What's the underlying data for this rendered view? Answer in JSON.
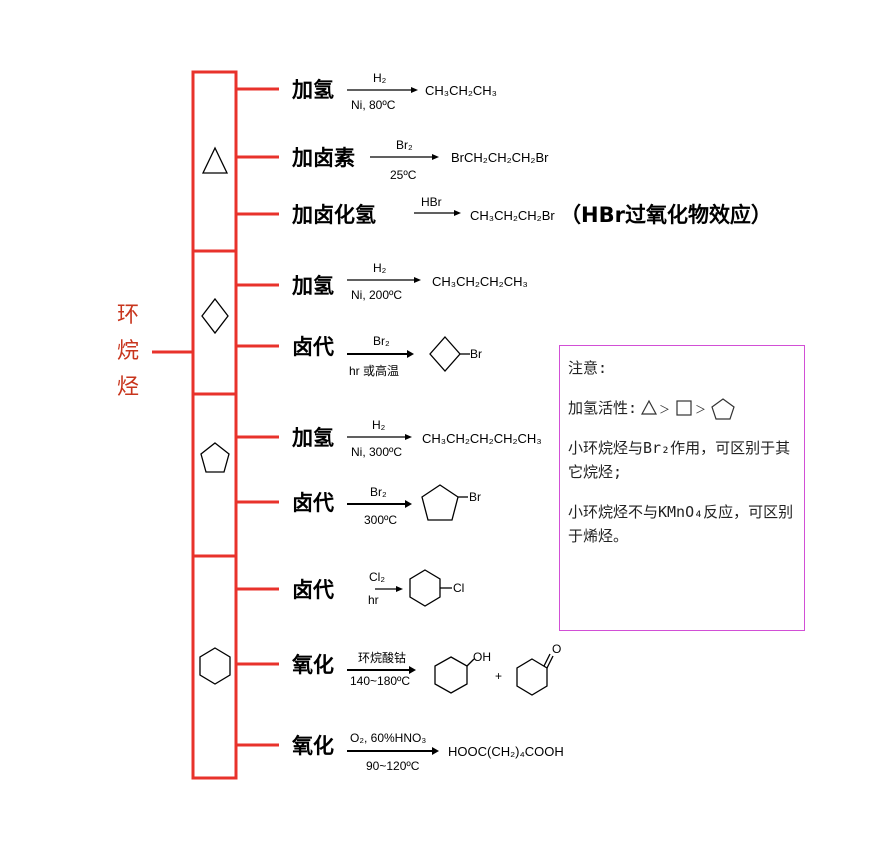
{
  "title_chars": [
    "环",
    "烷",
    "烃"
  ],
  "reactions": [
    {
      "label": "加氢",
      "above": "H₂",
      "below": "Ni, 80ºC",
      "product": "CH₃CH₂CH₃"
    },
    {
      "label": "加卤素",
      "above": "Br₂",
      "below": "25ºC",
      "product": "BrCH₂CH₂CH₂Br"
    },
    {
      "label": "加卤化氢",
      "above": "HBr",
      "below": "",
      "product": "CH₃CH₂CH₂Br",
      "note": "（HBr过氧化物效应）"
    },
    {
      "label": "加氢",
      "above": "H₂",
      "below": "Ni, 200ºC",
      "product": "CH₃CH₂CH₂CH₃"
    },
    {
      "label": "卤代",
      "above": "Br₂",
      "below": "hr 或高温",
      "product_sub": "Br"
    },
    {
      "label": "加氢",
      "above": "H₂",
      "below": "Ni, 300ºC",
      "product": "CH₃CH₂CH₂CH₂CH₃"
    },
    {
      "label": "卤代",
      "above": "Br₂",
      "below": "300ºC",
      "product_sub": "Br"
    },
    {
      "label": "卤代",
      "above": "Cl₂",
      "below": "hr",
      "product_sub": "Cl"
    },
    {
      "label": "氧化",
      "above": "环烷酸钴",
      "below": "140~180ºC",
      "product_sub": "OH",
      "plus": "+",
      "product_sub2": "O"
    },
    {
      "label": "氧化",
      "above": "O₂, 60%HNO₃",
      "below": "90~120ºC",
      "product": "HOOC(CH₂)₄COOH"
    }
  ],
  "note": {
    "heading": "注意:",
    "activity_label": "加氢活性:",
    "activity_sep": "＞",
    "line1": "小环烷烃与Br₂作用，可区别于其它烷烃;",
    "line2": "小环烷烃不与KMnO₄反应，可区别于烯烃。"
  },
  "colors": {
    "bracket": "#e8322b",
    "title": "#c8351d",
    "note_border": "#d24fd6"
  }
}
